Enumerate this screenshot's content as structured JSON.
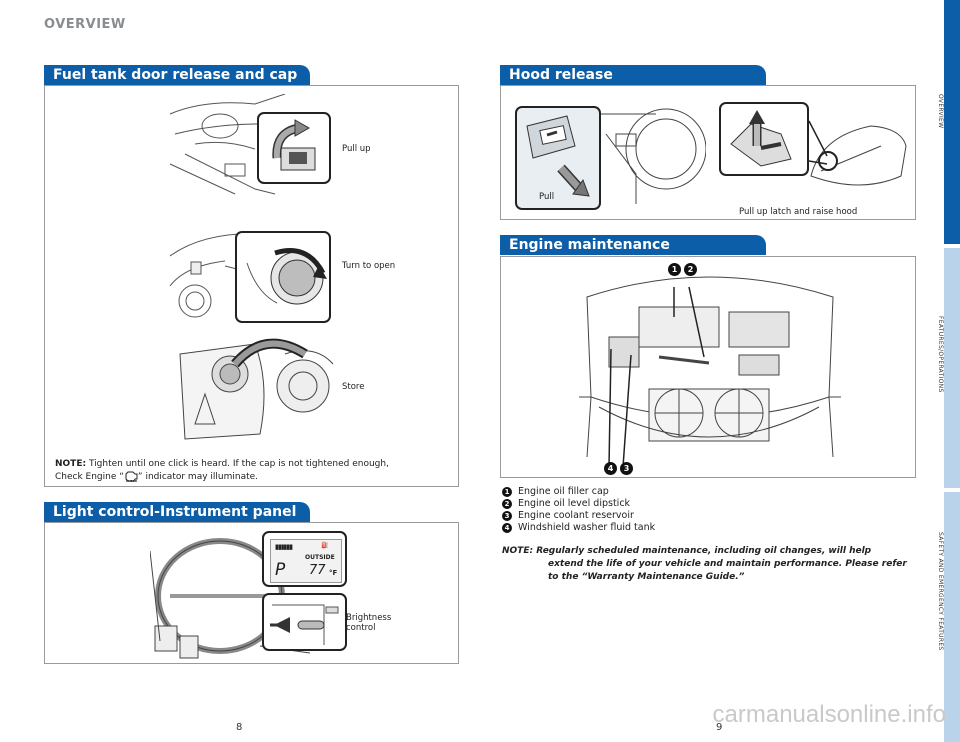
{
  "header": {
    "title": "OVERVIEW"
  },
  "fuel": {
    "title": "Fuel tank door release and cap",
    "step1": "Pull up",
    "step2": "Turn to open",
    "step3": "Store",
    "note_label": "NOTE:",
    "note_line1": "Tighten until one click is heard. If the cap is not tightened enough,",
    "note_line2_a": "Check Engine “",
    "note_line2_b": "” indicator may illuminate.",
    "check_icon_text": "CHECK"
  },
  "light": {
    "title": "Light control-Instrument panel",
    "display_outside": "OUTSIDE",
    "display_gear": "P",
    "display_temp": "77",
    "display_unit": "°F",
    "brightness_line1": "Brightness",
    "brightness_line2": "control"
  },
  "hood": {
    "title": "Hood release",
    "pull": "Pull",
    "latch": "Pull up latch and raise hood"
  },
  "engine": {
    "title": "Engine maintenance",
    "markers": [
      "1",
      "2",
      "4",
      "3"
    ],
    "items": [
      {
        "num": "1",
        "label": "Engine oil filler cap"
      },
      {
        "num": "2",
        "label": "Engine oil level dipstick"
      },
      {
        "num": "3",
        "label": "Engine coolant reservoir"
      },
      {
        "num": "4",
        "label": "Windshield washer fluid tank"
      }
    ],
    "note_label": "NOTE:",
    "note_line1": "Regularly scheduled maintenance, including oil changes, will help",
    "note_line2": "extend the life of your vehicle and maintain performance. Please refer",
    "note_line3": "to the “Warranty Maintenance Guide.”"
  },
  "sidebar": {
    "tabs": [
      "OVERVIEW",
      "FEATURES/OPERATIONS",
      "SAFETY AND EMERGENCY FEATURES"
    ],
    "colors": {
      "active": "#0d5ea8",
      "inactive": "#b9d3ea"
    }
  },
  "footer": {
    "left_page": "8",
    "right_page": "9",
    "watermark": "carmanualsonline.info"
  },
  "colors": {
    "accent": "#0d5ea8",
    "title_gray": "#8a8d90"
  }
}
